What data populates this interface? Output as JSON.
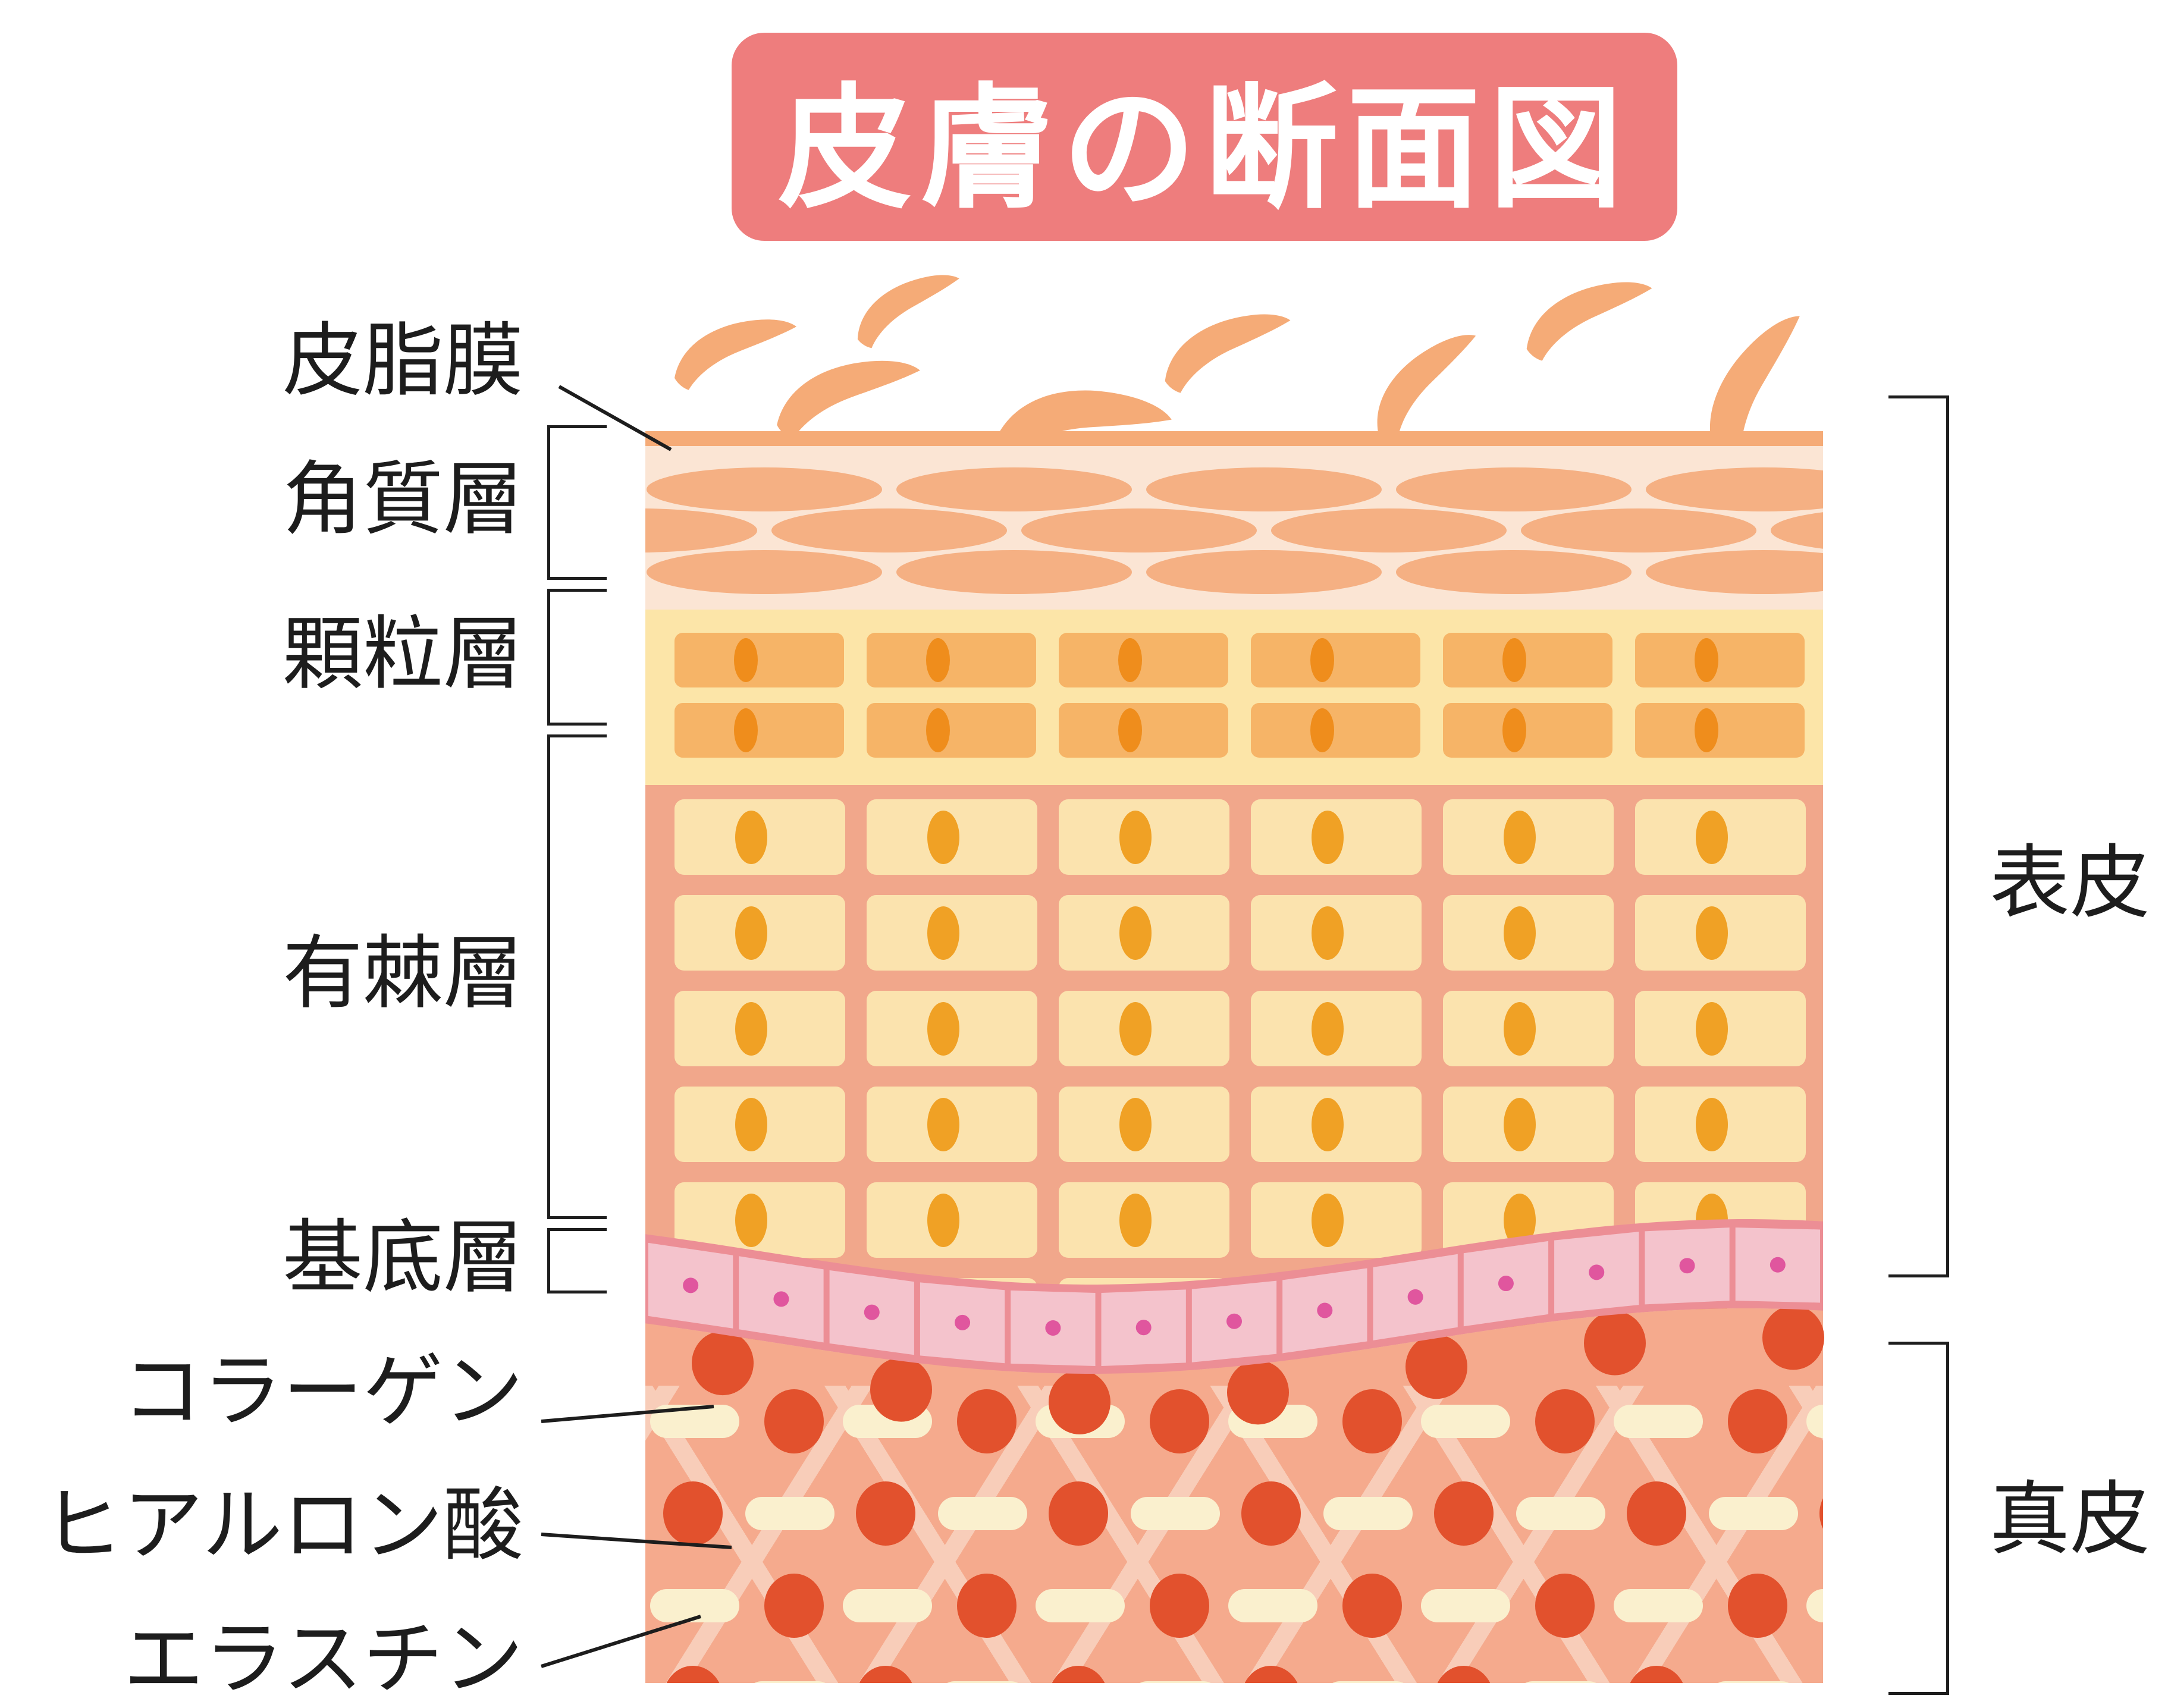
{
  "title": {
    "text": "皮膚の断面図"
  },
  "labels_left": [
    {
      "id": "sebum-film",
      "text": "皮脂膜"
    },
    {
      "id": "stratum-corneum",
      "text": "角質層"
    },
    {
      "id": "granular-layer",
      "text": "顆粒層"
    },
    {
      "id": "spinous-layer",
      "text": "有棘層"
    },
    {
      "id": "basal-layer",
      "text": "基底層"
    },
    {
      "id": "collagen",
      "text": "コラーゲン"
    },
    {
      "id": "hyaluronic-acid",
      "text": "ヒアルロン酸"
    },
    {
      "id": "elastin",
      "text": "エラスチン"
    }
  ],
  "labels_right": [
    {
      "id": "epidermis",
      "text": "表皮"
    },
    {
      "id": "dermis",
      "text": "真皮"
    }
  ],
  "colors": {
    "banner_bg": "#ee7d7d",
    "banner_fg": "#ffffff",
    "ink": "#1d1d1d",
    "flake": "#f5ab77",
    "corneum_bg": "#fbe5d4",
    "corneum_cell": "#f5b083",
    "granular_bg": "#fce5a8",
    "granular_cell": "#f6b467",
    "granular_nucleus": "#ef8d1c",
    "spinous_bg": "#f1a78b",
    "spinous_cell": "#fbe3ae",
    "spinous_nucleus": "#f0a125",
    "basal_border": "#ec8e95",
    "basal_cell": "#f4c3cc",
    "basal_nucleus": "#e0569e",
    "dermis_bg": "#f5aa8d",
    "dermis_lattice": "#f8cdb9",
    "dermis_oval": "#e2512d",
    "dermis_pill": "#faf0ce"
  },
  "structure": {
    "sebum_flakes": 8,
    "corneum_rows": 3,
    "granular_rows": 2,
    "granular_cols": 6,
    "spinous_rows": 6,
    "spinous_cols": 6,
    "basal_cells": 13,
    "dermis_item_rows": 4
  }
}
